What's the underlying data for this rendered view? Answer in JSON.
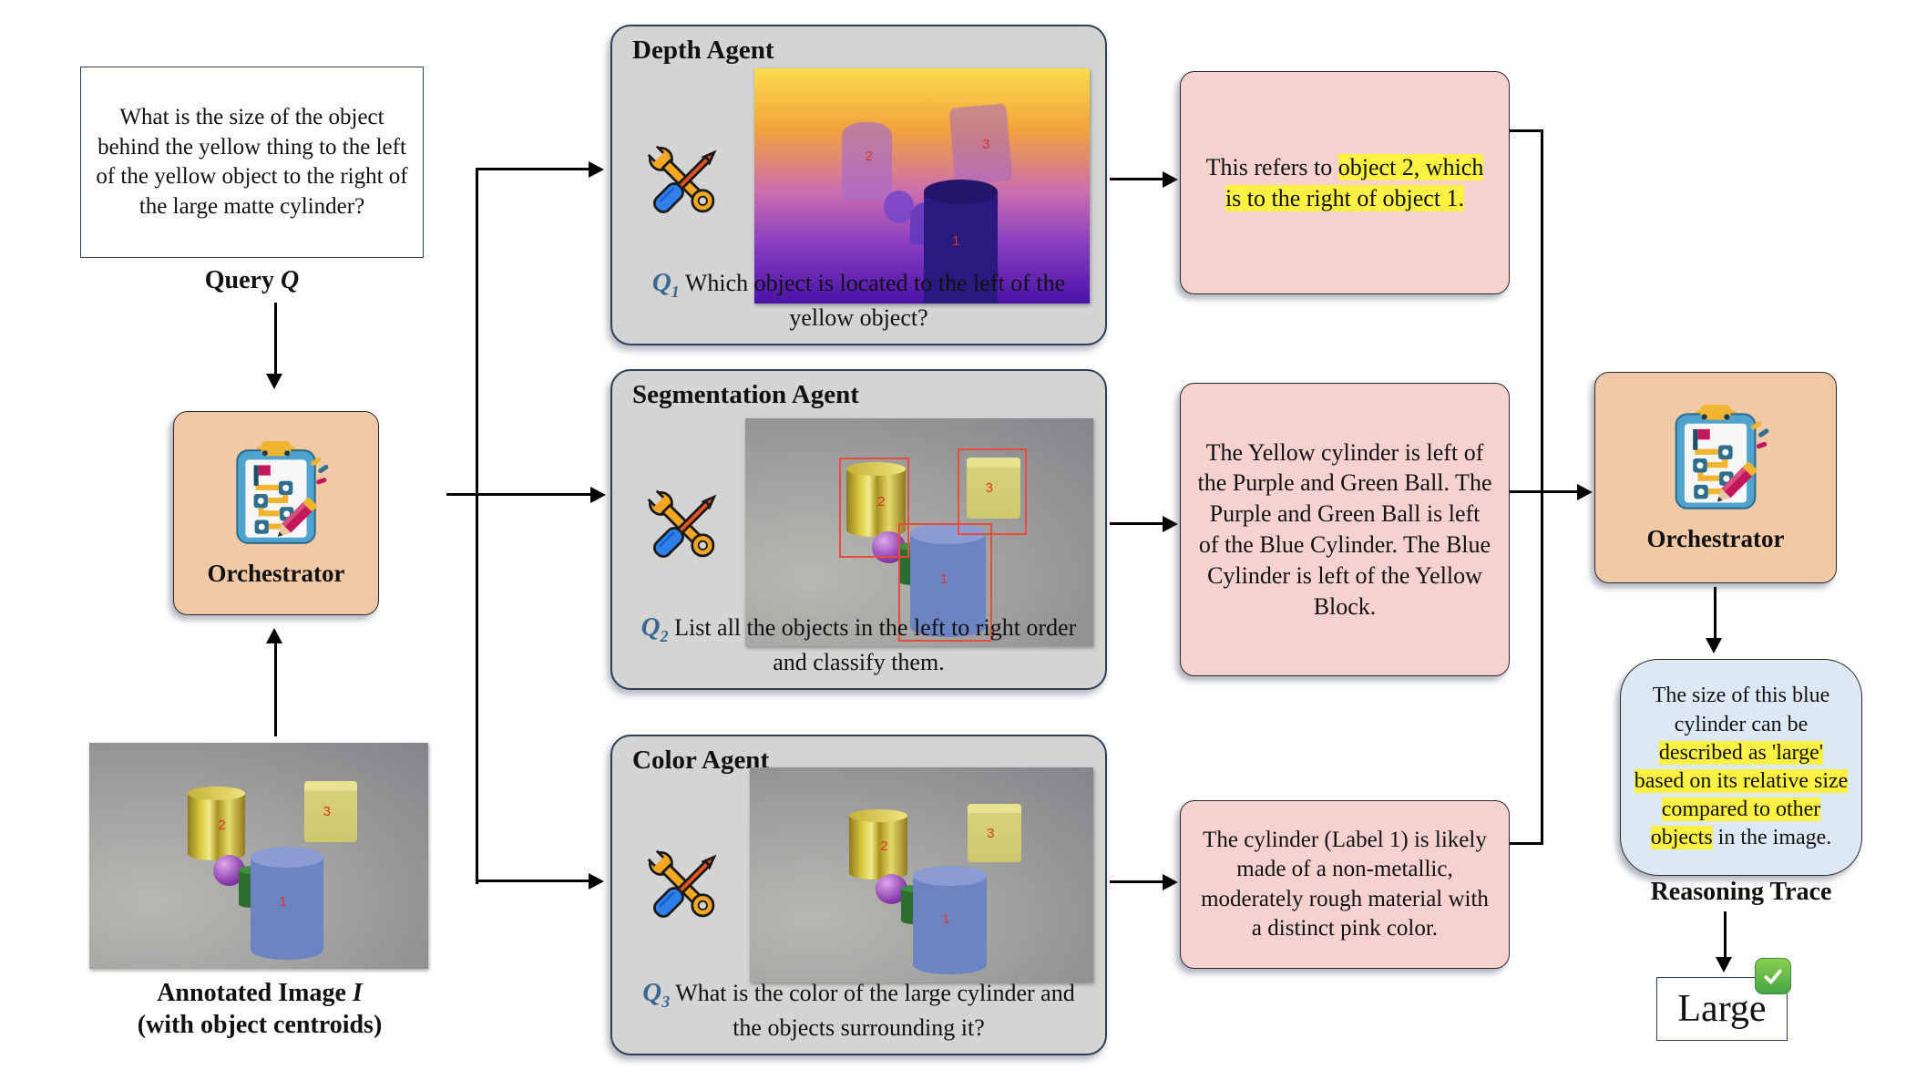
{
  "colors": {
    "agent_box_bg": "#d4d4d5",
    "orchestrator_bg": "#f2c9a7",
    "response_bg": "#f5d2cf",
    "reasoning_bg": "#dde8f5",
    "highlight": "#fdf243",
    "q_label_blue": "#39678f",
    "annotation_red": "#e03425",
    "border_dark": "#2e4057"
  },
  "icons": {
    "orchestrator": "clipboard-flowchart-pencil-icon",
    "agent_tools": "wrench-screwdriver-icon",
    "answer": "green-check-icon"
  },
  "query": {
    "text": "What is the size of the object behind the yellow thing to the left of the yellow object to the right of the large matte cylinder?",
    "caption_prefix": "Query",
    "caption_var": "Q"
  },
  "orchestrator_left": {
    "label": "Orchestrator"
  },
  "orchestrator_right": {
    "label": "Orchestrator"
  },
  "annotated_image": {
    "caption_prefix": "Annotated Image",
    "caption_var": "I",
    "caption_line2": "(with object centroids)"
  },
  "scene": {
    "label_1": "1",
    "label_2": "2",
    "label_3": "3"
  },
  "agents": [
    {
      "title": "Depth Agent",
      "q_label": "Q",
      "q_sub": "1",
      "question": "Which object is located to the left of the yellow object?"
    },
    {
      "title": "Segmentation Agent",
      "q_label": "Q",
      "q_sub": "2",
      "question": "List all the objects in the left to right order and classify them."
    },
    {
      "title": "Color Agent",
      "q_label": "Q",
      "q_sub": "3",
      "question": "What is the color of the large cylinder and the objects surrounding it?"
    }
  ],
  "responses": [
    {
      "segments": [
        {
          "text": "This refers to ",
          "hl": false
        },
        {
          "text": "object 2, which is to the right of object 1.",
          "hl": true
        }
      ]
    },
    {
      "segments": [
        {
          "text": "The Yellow cylinder is left of the Purple and Green Ball. The Purple and Green Ball is left of the Blue Cylinder. The Blue Cylinder is left of the Yellow Block.",
          "hl": false
        }
      ]
    },
    {
      "segments": [
        {
          "text": "The cylinder (Label 1) is likely made of a non-metallic, moderately rough material with a distinct pink color.",
          "hl": false
        }
      ]
    }
  ],
  "reasoning_trace": {
    "segments": [
      {
        "text": "The size of this blue cylinder can be ",
        "hl": false
      },
      {
        "text": "described as 'large' based on its relative size compared to other objects",
        "hl": true
      },
      {
        "text": " in the image.",
        "hl": false
      }
    ],
    "caption": "Reasoning Trace"
  },
  "answer": {
    "text": "Large"
  }
}
